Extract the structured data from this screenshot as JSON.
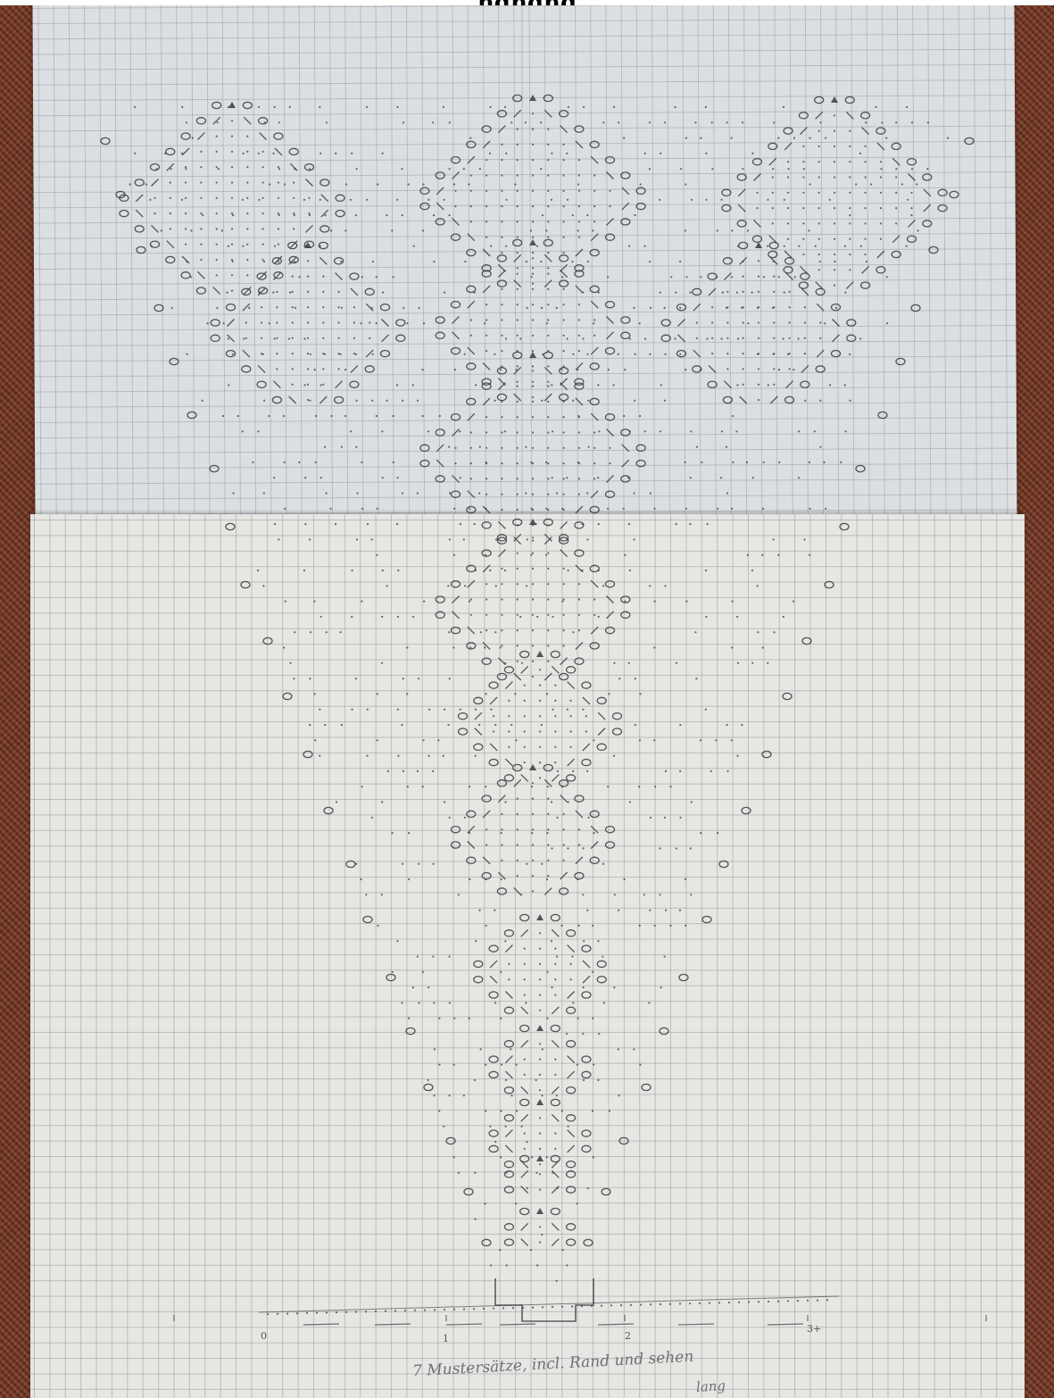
{
  "photo": {
    "subject": "hand-drawn knitting lace chart on graph paper",
    "background": "carpet"
  },
  "header_fragment": "ngngng",
  "axis_numbers": [
    "0",
    "1",
    "2",
    "3+"
  ],
  "handwritten_note": {
    "line1": "7 Mustersätze, incl. Rand und sehen",
    "line2": "lang"
  },
  "symbols": {
    "yarn_over": "o",
    "knit": "·",
    "k2tog": "/",
    "ssk": "\\",
    "double_decrease": "▲"
  },
  "colors": {
    "paper": "#e6e6e2",
    "grid": "#5a5f6e",
    "pencil": "#3a3a40",
    "carpet": "#7a412f"
  }
}
